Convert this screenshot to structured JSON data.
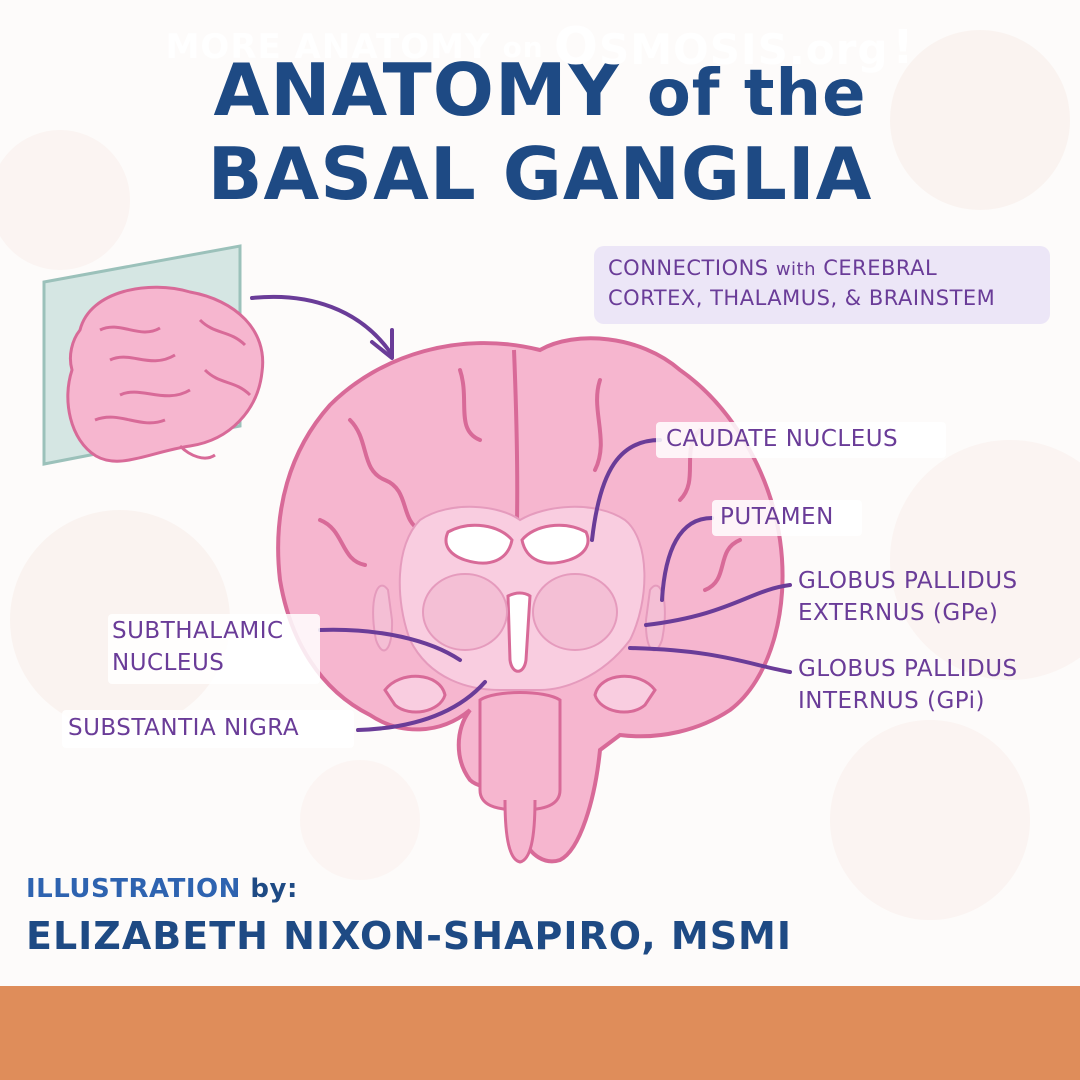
{
  "title": {
    "line1_main": "ANATOMY",
    "line1_rest": "of the",
    "line2": "BASAL GANGLIA"
  },
  "callout": {
    "line1_a": "CONNECTIONS",
    "line1_b": "with",
    "line1_c": "CEREBRAL",
    "line2": "CORTEX, THALAMUS, & BRAINSTEM"
  },
  "labels": {
    "caudate": "CAUDATE NUCLEUS",
    "putamen": "PUTAMEN",
    "gpe_line1": "GLOBUS PALLIDUS",
    "gpe_line2": "EXTERNUS (GPe)",
    "gpi_line1": "GLOBUS PALLIDUS",
    "gpi_line2": "INTERNUS (GPi)",
    "stn_line1": "SUBTHALAMIC",
    "stn_line2": "NUCLEUS",
    "sn": "SUBSTANTIA NIGRA"
  },
  "credit": {
    "intro": "ILLUSTRATION",
    "by": "by:",
    "name": "ELIZABETH NIXON-SHAPIRO, MSMI"
  },
  "footer": {
    "main": "MORE ANATOMY",
    "on": "on",
    "brand_o": "O",
    "brand_rest": "SMOSIS.org",
    "bang": "!"
  },
  "colors": {
    "title": "#1e4a84",
    "label": "#6a3c98",
    "callout_bg": "#ece6f7",
    "footer_bg": "#df8d5a",
    "brain_fill": "#f6b6cf",
    "brain_outline": "#d86a98"
  }
}
